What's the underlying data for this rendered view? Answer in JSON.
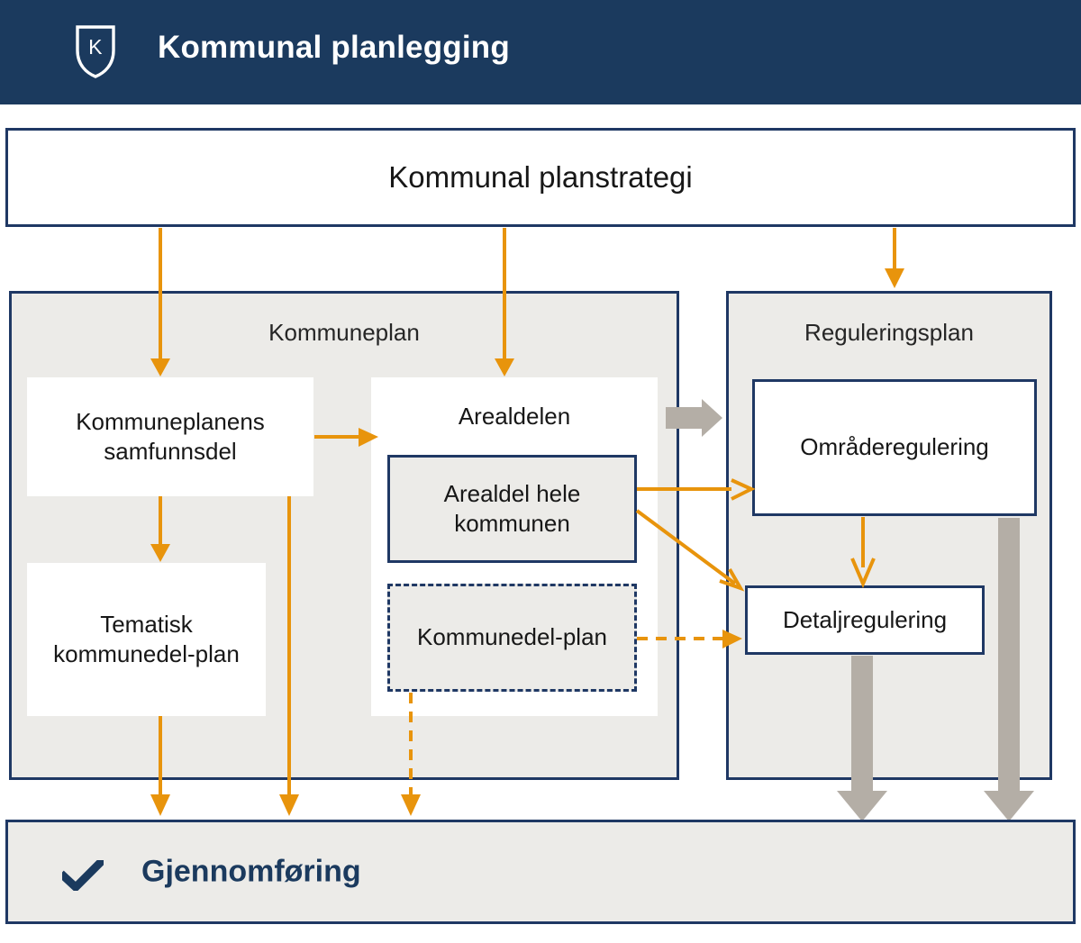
{
  "header": {
    "title": "Kommunal planlegging",
    "shield_letter": "K",
    "shield_icon": "shield-icon",
    "bg_color": "#1b3a5e"
  },
  "strategy": {
    "label": "Kommunal planstrategi"
  },
  "groups": {
    "kommuneplan": {
      "title": "Kommuneplan",
      "boxes": [
        {
          "label": "Kommuneplanens samfunnsdel",
          "style": "white"
        },
        {
          "label": "Tematisk kommunedel-plan",
          "style": "white"
        },
        {
          "label": "Arealdelen",
          "style": "white"
        },
        {
          "label": "Arealdel hele kommunen",
          "style": "solid-inner"
        },
        {
          "label": "Kommunedel-plan",
          "style": "dashed-inner"
        }
      ]
    },
    "reguleringsplan": {
      "title": "Reguleringsplan",
      "boxes": [
        {
          "label": "Områderegulering",
          "style": "white-bordered"
        },
        {
          "label": "Detaljregulering",
          "style": "white-bordered"
        }
      ]
    }
  },
  "footer": {
    "label": "Gjennomføring",
    "icon": "check-icon"
  },
  "colors": {
    "navy": "#1f3864",
    "header_navy": "#1b3a5e",
    "orange": "#E8940C",
    "gray_arrow": "#b4aea6",
    "panel_gray": "#ecebe8",
    "white": "#ffffff"
  }
}
